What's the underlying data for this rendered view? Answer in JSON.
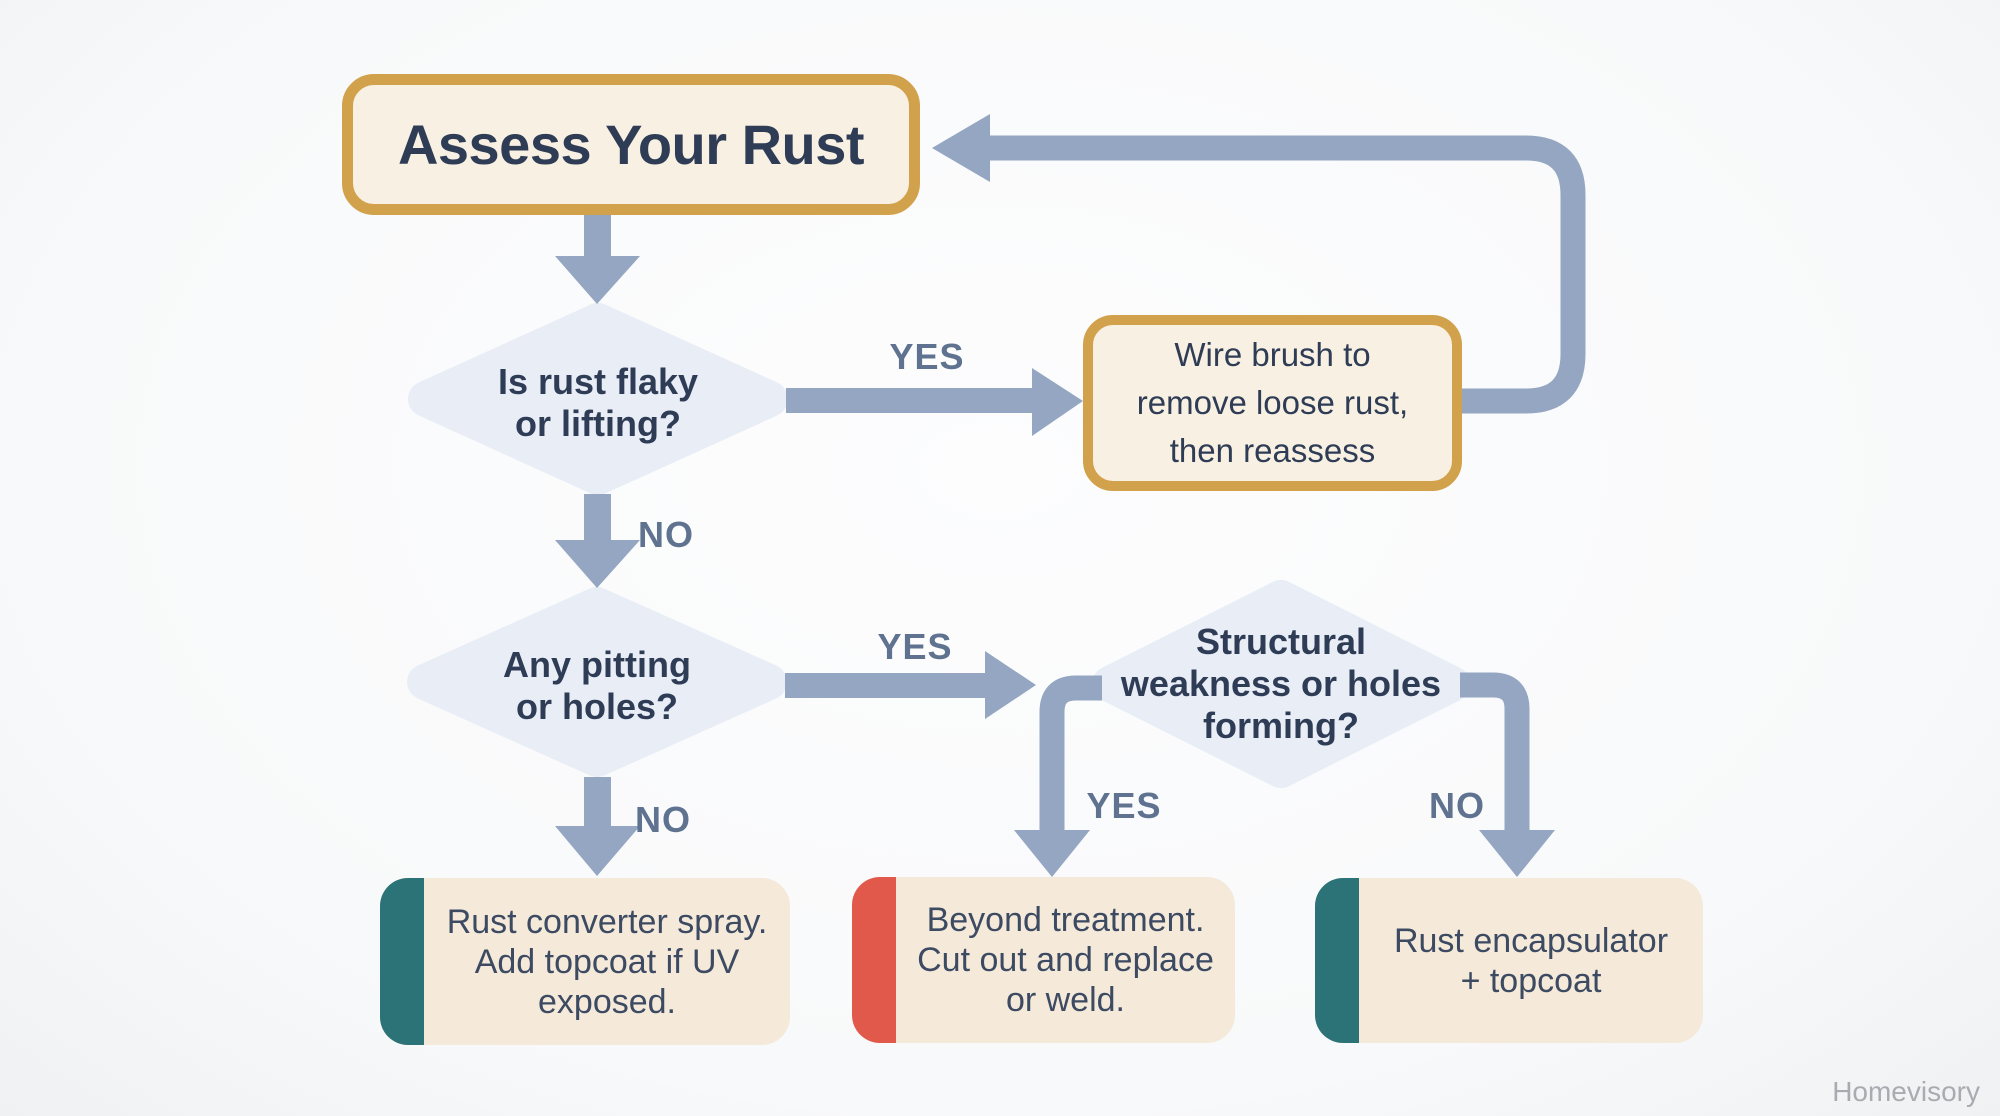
{
  "palette": {
    "gold": "#d2a14c",
    "cream": "#f8f0e2",
    "cream_warm": "#f5e9da",
    "diamond": "#e8edf6",
    "arrow": "#94a6c1",
    "label": "#5f7390",
    "navy": "#2e3c55",
    "body": "#3c4a62",
    "teal": "#2c7377",
    "red": "#e0594a",
    "watermark": "#a9abb0"
  },
  "watermark": "Homevisory",
  "flowchart": {
    "start": {
      "label": "Assess Your Rust"
    },
    "decisions": {
      "flaky": {
        "question": "Is rust flaky\nor lifting?"
      },
      "pitting": {
        "question": "Any pitting\nor holes?"
      },
      "structural": {
        "question": "Structural\nweakness or holes\nforming?"
      }
    },
    "actions": {
      "wire_brush": {
        "text": "Wire brush to\nremove loose rust,\nthen reassess"
      },
      "converter": {
        "text": "Rust converter spray.\nAdd topcoat if UV\nexposed.",
        "accent": "teal"
      },
      "replace": {
        "text": "Beyond treatment.\nCut out and replace\nor weld.",
        "accent": "red"
      },
      "encapsulator": {
        "text": "Rust encapsulator\n+ topcoat",
        "accent": "teal"
      }
    },
    "edge_labels": {
      "flaky_yes": "YES",
      "flaky_no": "NO",
      "pitting_yes": "YES",
      "pitting_no": "NO",
      "structural_yes": "YES",
      "structural_no": "NO"
    }
  }
}
